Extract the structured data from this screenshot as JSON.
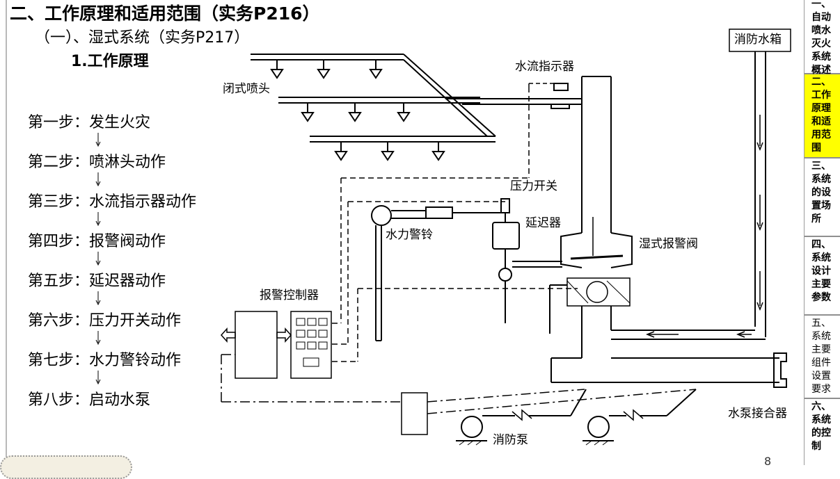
{
  "slide": {
    "title": "二、工作原理和适用范围（实务P216）",
    "subtitle": "（一）、湿式系统（实务P217）",
    "section": "1.工作原理",
    "steps": [
      "第一步：发生火灾",
      "第二步：喷淋头动作",
      "第三步：水流指示器动作",
      "第四步：报警阀动作",
      "第五步：延迟器动作",
      "第六步：压力开关动作",
      "第七步：水力警铃动作",
      "第八步：启动水泵"
    ],
    "page_number": "8"
  },
  "diagram": {
    "labels": {
      "water_tank": "消防水箱",
      "flow_indicator": "水流指示器",
      "closed_sprinkler": "闭式喷头",
      "pressure_switch": "压力开关",
      "retard_chamber": "延迟器",
      "water_gong": "水力警铃",
      "wet_alarm_valve": "湿式报警阀",
      "alarm_controller": "报警控制器",
      "fire_pump": "消防泵",
      "pump_connector": "水泵接合器"
    }
  },
  "sidebar": {
    "items": [
      {
        "label": "一、自动喷水灭火系统概述",
        "active": false
      },
      {
        "label": "二、工作原理和适用范围",
        "active": true
      },
      {
        "label": "三、系统的设置场所",
        "active": false
      },
      {
        "label": "四、系统设计主要参数",
        "active": false
      },
      {
        "label": "五、系统主要组件设置要求",
        "active": false
      },
      {
        "label": "六、系统的控制",
        "active": false
      }
    ]
  },
  "colors": {
    "active_nav": "#ffff00",
    "line": "#000000"
  }
}
